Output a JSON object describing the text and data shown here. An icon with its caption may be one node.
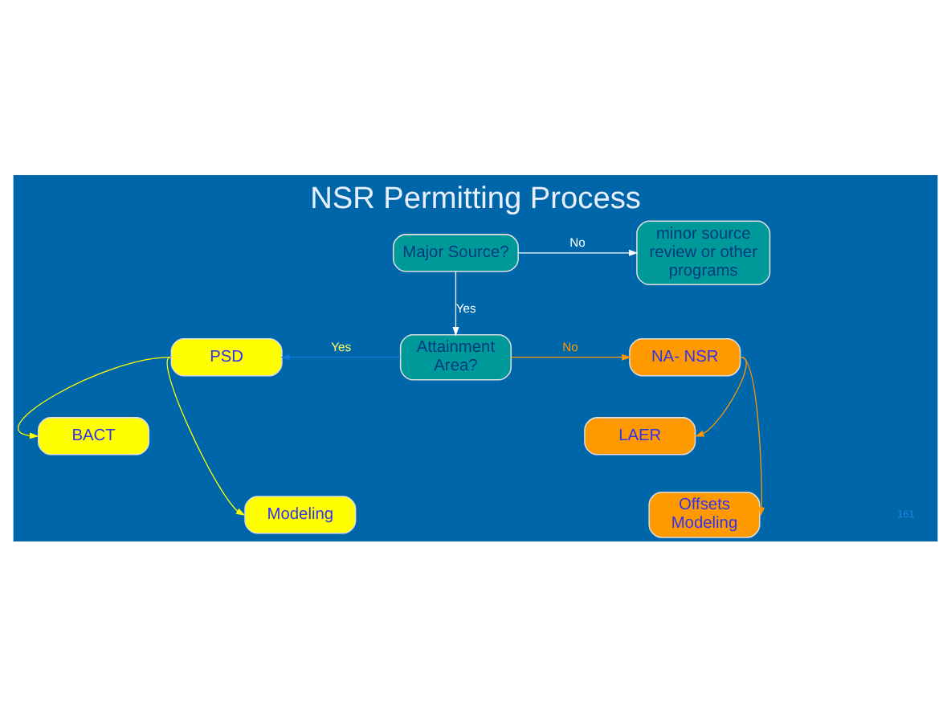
{
  "diagram": {
    "title": "NSR Permitting Process",
    "nodes": [
      {
        "text": [
          "Major Source?"
        ]
      },
      {
        "text": [
          "minor source review or other programs"
        ]
      },
      {
        "text": [
          "Attainment Area?"
        ]
      },
      {
        "text": [
          "PSD"
        ]
      },
      {
        "text": [
          "BACT"
        ]
      },
      {
        "text": [
          "Modeling"
        ]
      },
      {
        "text": [
          "NA- NSR"
        ]
      },
      {
        "text": [
          "LAER"
        ]
      },
      {
        "text": [
          "Offsets Modeling"
        ]
      }
    ],
    "edges": [
      {
        "from": 0,
        "to": 1,
        "arrow": "to",
        "label": "No",
        "color": "#ffffff"
      },
      {
        "from": 0,
        "to": 2,
        "arrow": "to",
        "label": "Yes",
        "color": "#ffffff"
      },
      {
        "from": 2,
        "to": 3,
        "arrow": "to",
        "label": "Yes",
        "color": "#0a7ad8"
      },
      {
        "from": 2,
        "to": 6,
        "arrow": "to",
        "label": "No",
        "color": "#ff9900"
      },
      {
        "from": 3,
        "to": 4,
        "arrow": "to",
        "color": "#ffff00"
      },
      {
        "from": 3,
        "to": 5,
        "arrow": "to",
        "color": "#ffff00"
      },
      {
        "from": 6,
        "to": 7,
        "arrow": "to",
        "color": "#ff9900"
      },
      {
        "from": 6,
        "to": 8,
        "arrow": "to",
        "color": "#ff9900"
      }
    ],
    "labels": [
      "161"
    ]
  }
}
